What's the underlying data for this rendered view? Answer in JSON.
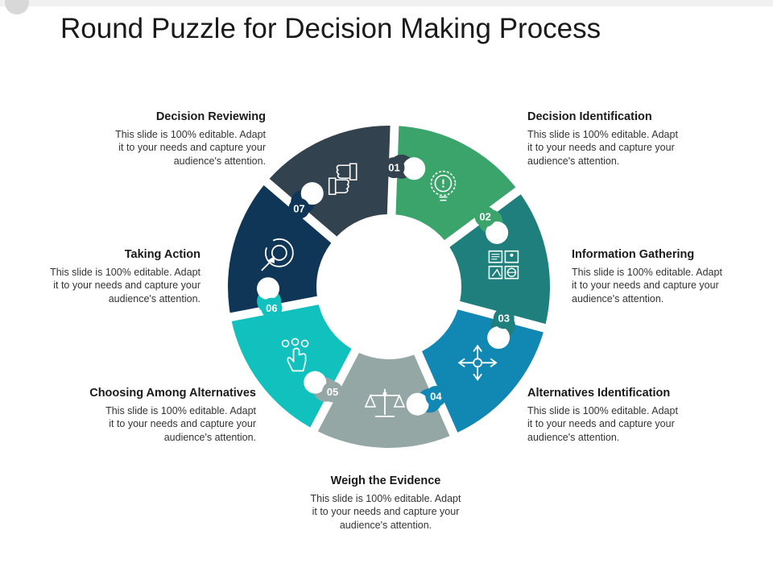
{
  "title": "Round Puzzle for Decision Making Process",
  "steps": [
    {
      "num": "01",
      "heading": "Decision Identification",
      "icon": "lightbulb-gear-icon",
      "color": "#3aa46b"
    },
    {
      "num": "02",
      "heading": "Information Gathering",
      "icon": "info-board-icon",
      "color": "#1f7f7c"
    },
    {
      "num": "03",
      "heading": "Alternatives Identification",
      "icon": "arrows-cross-icon",
      "color": "#1187b3"
    },
    {
      "num": "04",
      "heading": "Weigh the Evidence",
      "icon": "balance-scale-icon",
      "color": "#95a7a5"
    },
    {
      "num": "05",
      "heading": "Choosing Among Alternatives",
      "icon": "hand-pointer-icon",
      "color": "#11c1be"
    },
    {
      "num": "06",
      "heading": "Taking Action",
      "icon": "cursor-target-icon",
      "color": "#0f3557"
    },
    {
      "num": "07",
      "heading": "Decision Reviewing",
      "icon": "thumbs-up-down-icon",
      "color": "#33424f"
    }
  ],
  "desc_lines": [
    "This slide is 100% editable. Adapt",
    "it to your needs and capture your",
    "audience's attention."
  ]
}
